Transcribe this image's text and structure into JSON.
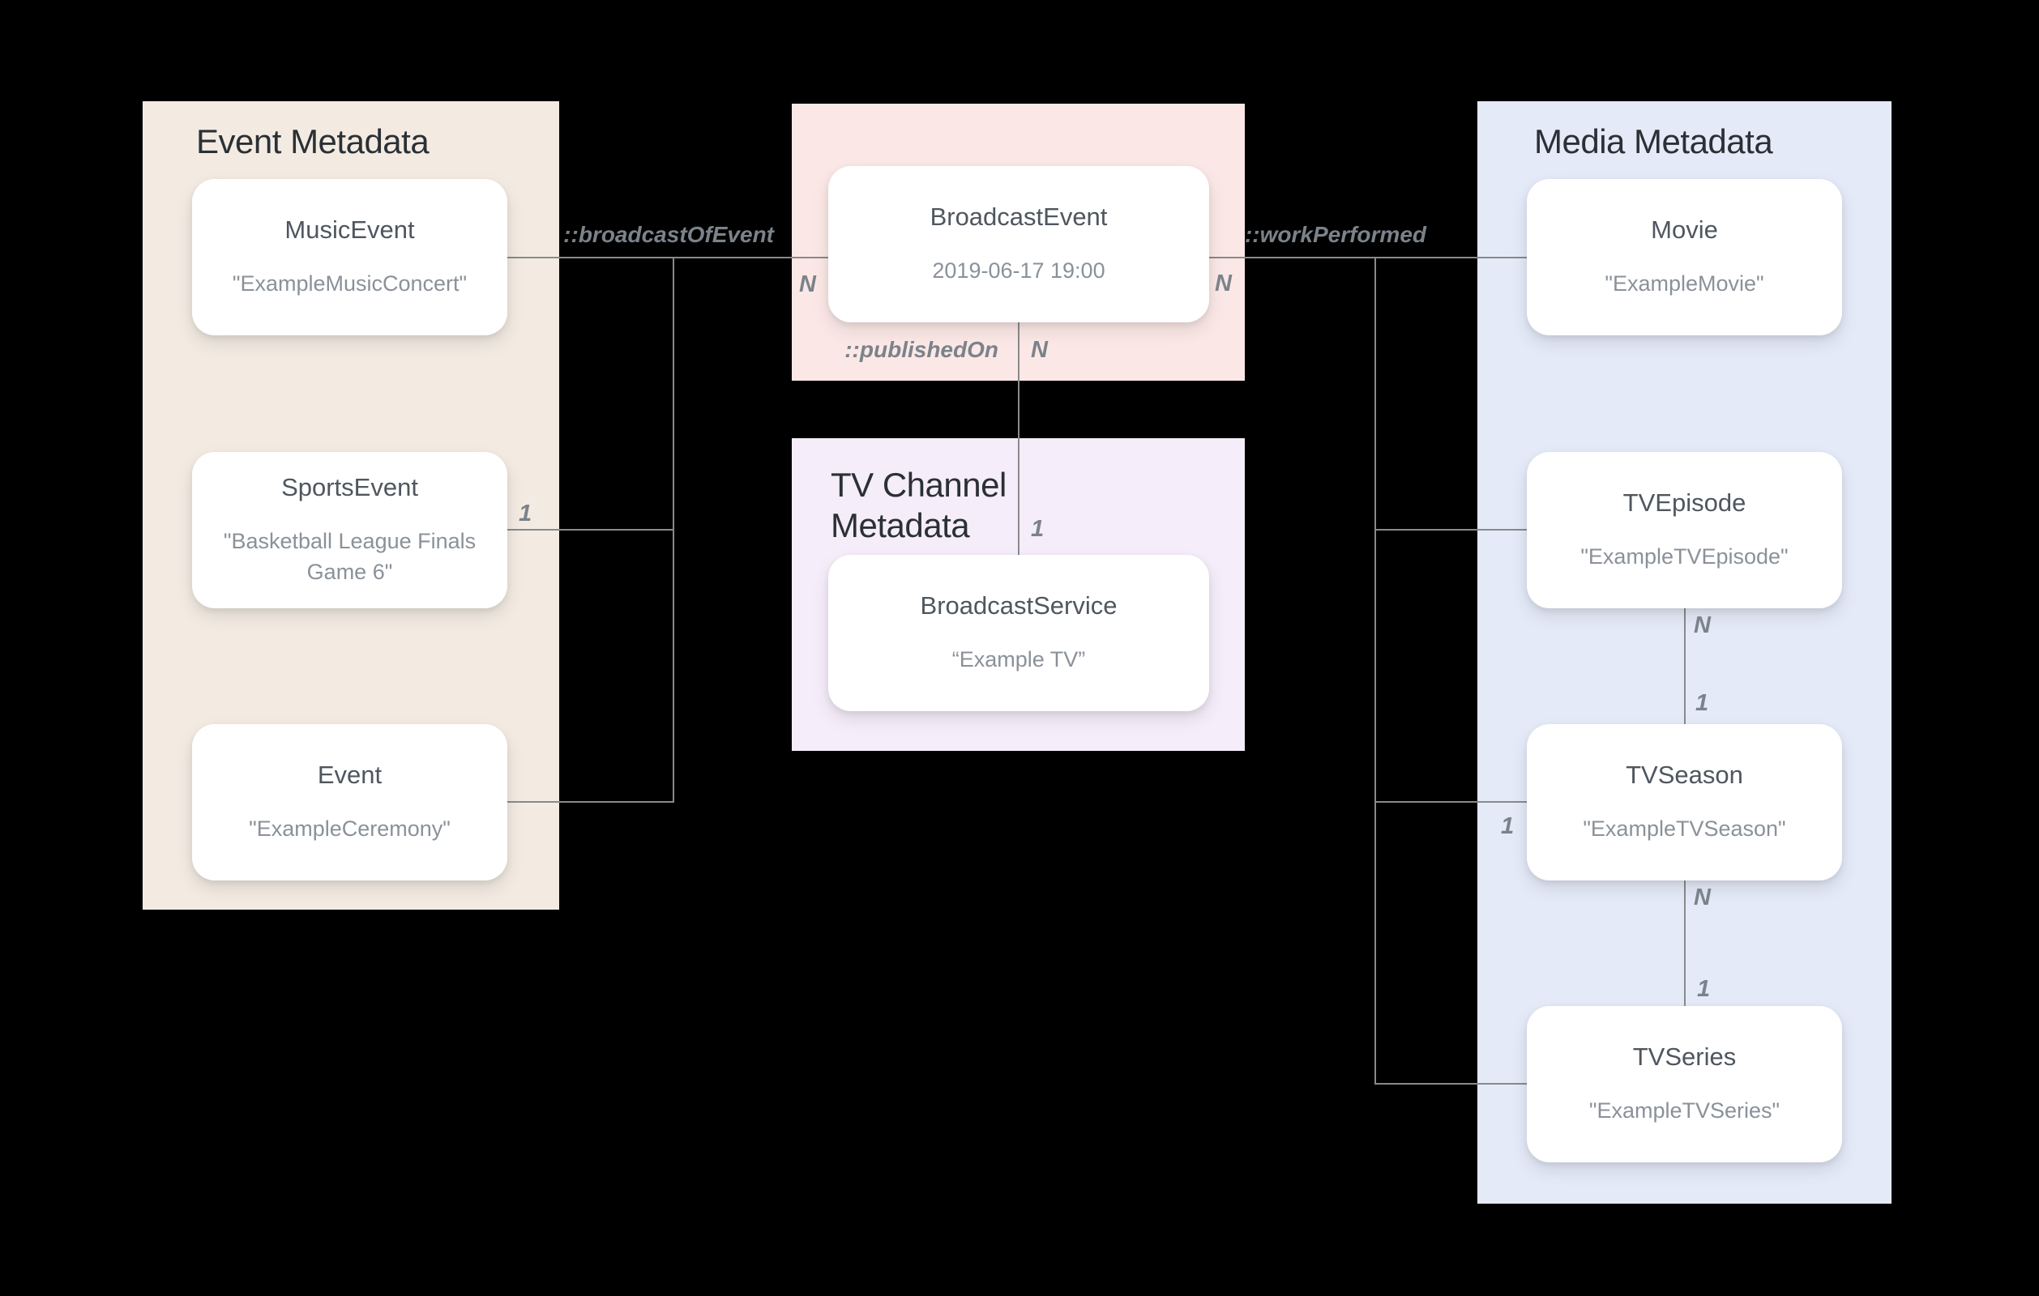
{
  "diagram": {
    "description": "Schema relationship diagram linking event, broadcast, TV channel and media metadata entities"
  },
  "panels": {
    "event_metadata": {
      "title": "Event Metadata"
    },
    "broadcast_event": {
      "title": ""
    },
    "tv_channel_metadata": {
      "title": "TV Channel\nMetadata"
    },
    "media_metadata": {
      "title": "Media Metadata"
    }
  },
  "nodes": {
    "music_event": {
      "title": "MusicEvent",
      "value": "\"ExampleMusicConcert\""
    },
    "sports_event": {
      "title": "SportsEvent",
      "value": "\"Basketball League Finals Game 6\""
    },
    "event": {
      "title": "Event",
      "value": "\"ExampleCeremony\""
    },
    "broadcast_event": {
      "title": "BroadcastEvent",
      "value": "2019-06-17 19:00"
    },
    "broadcast_service": {
      "title": "BroadcastService",
      "value": "“Example TV”"
    },
    "movie": {
      "title": "Movie",
      "value": "\"ExampleMovie\""
    },
    "tv_episode": {
      "title": "TVEpisode",
      "value": "\"ExampleTVEpisode\""
    },
    "tv_season": {
      "title": "TVSeason",
      "value": "\"ExampleTVSeason\""
    },
    "tv_series": {
      "title": "TVSeries",
      "value": "\"ExampleTVSeries\""
    }
  },
  "edge_labels": {
    "broadcast_of_event": "::broadcastOfEvent",
    "work_performed": "::workPerformed",
    "published_on": "::publishedOn"
  },
  "cardinalities": {
    "broadcast_event_left": "N",
    "broadcast_event_right": "N",
    "published_on_top": "N",
    "published_on_bottom": "1",
    "sports_event": "1",
    "tv_season_left": "1",
    "episode_season_top": "N",
    "episode_season_bottom": "1",
    "season_series_top": "N",
    "season_series_bottom": "1"
  },
  "colors": {
    "bg": "#000000",
    "panel_event": "#F3EBE2",
    "panel_broadcast": "#FBE8E6",
    "panel_channel": "#F5EDFA",
    "panel_media": "#E4EAF8",
    "node_bg": "#FFFFFF",
    "heading": "#2B3035",
    "node_title": "#4F565E",
    "node_value": "#8A9199",
    "line": "#8A8A8A",
    "label": "#7B828A"
  }
}
